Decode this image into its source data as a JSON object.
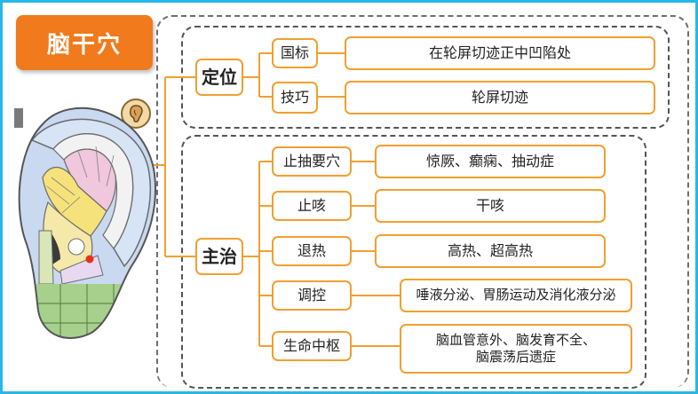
{
  "title": "脑干穴",
  "location": {
    "label": "定位",
    "items": [
      {
        "key": "国标",
        "value": "在轮屏切迹正中凹陷处"
      },
      {
        "key": "技巧",
        "value": "轮屏切迹"
      }
    ]
  },
  "indications": {
    "label": "主治",
    "items": [
      {
        "key": "止抽要穴",
        "value": "惊厥、癫痫、抽动症"
      },
      {
        "key": "止咳",
        "value": "干咳"
      },
      {
        "key": "退热",
        "value": "高热、超高热"
      },
      {
        "key": "调控",
        "value": "唾液分泌、胃肠运动及消化液分泌"
      },
      {
        "key": "生命中枢",
        "value": "脑血管意外、脑发育不全、\n脑震荡后遗症"
      }
    ]
  },
  "colors": {
    "frame": "#27b7e8",
    "accent": "#f07a1c",
    "box_border": "#f0a030",
    "point": "#e8321c"
  },
  "icons": {
    "ear_diagram": "ear-acupoint-map",
    "badge": "ear-logo-badge"
  }
}
